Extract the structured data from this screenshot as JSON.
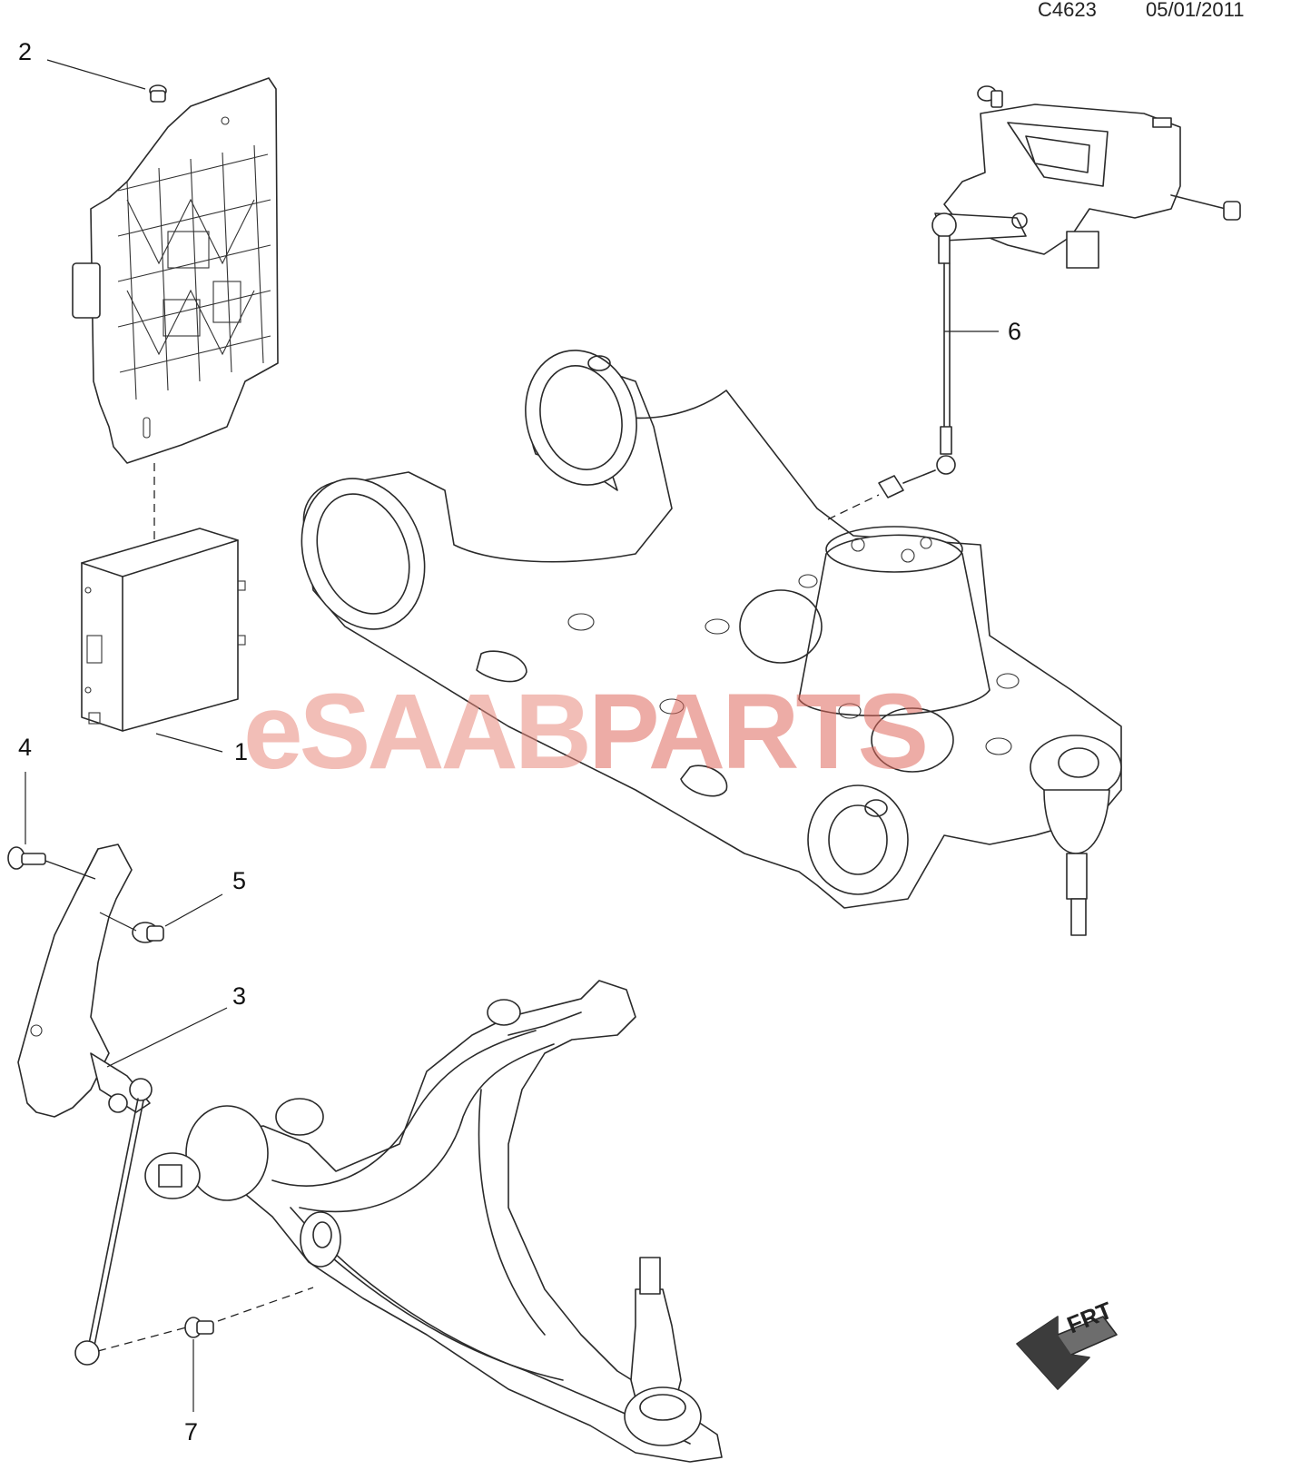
{
  "header": {
    "diagram_code": "C4623",
    "date": "05/01/2011"
  },
  "callouts": [
    {
      "id": "1",
      "label": "1"
    },
    {
      "id": "2",
      "label": "2"
    },
    {
      "id": "3",
      "label": "3"
    },
    {
      "id": "4",
      "label": "4"
    },
    {
      "id": "5",
      "label": "5"
    },
    {
      "id": "6",
      "label": "6"
    },
    {
      "id": "7",
      "label": "7"
    }
  ],
  "watermark": {
    "text_light": "eSAAB",
    "text_dark": "PARTS",
    "color_light": "#e9897d",
    "color_dark": "#e06a5e"
  },
  "orientation_marker": {
    "label": "FRT",
    "icon": "front-direction-arrow-icon"
  }
}
